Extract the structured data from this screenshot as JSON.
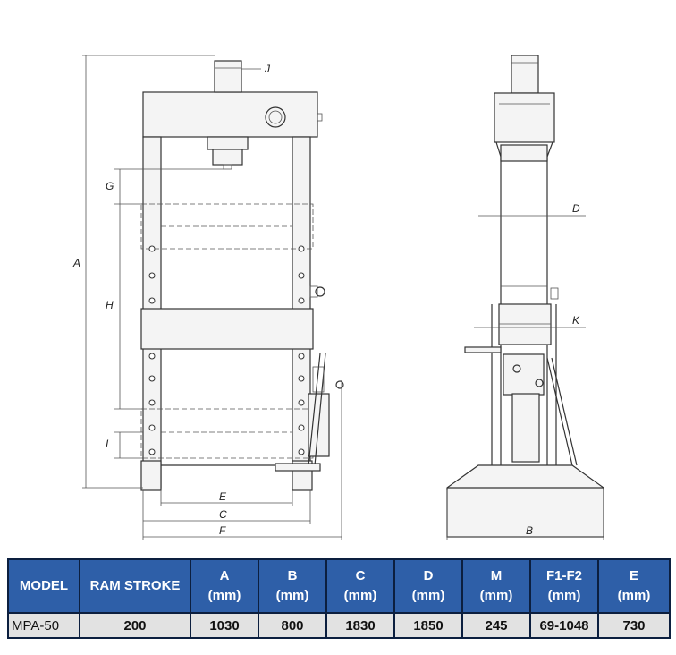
{
  "drawing": {
    "front_labels": {
      "J": "J",
      "G": "G",
      "A": "A",
      "H": "H",
      "I": "I",
      "E": "E",
      "C": "C",
      "F": "F"
    },
    "side_labels": {
      "D": "D",
      "K": "K",
      "B": "B"
    }
  },
  "table": {
    "headers": [
      {
        "name": "MODEL",
        "unit": ""
      },
      {
        "name": "RAM STROKE",
        "unit": ""
      },
      {
        "name": "A",
        "unit": "(mm)"
      },
      {
        "name": "B",
        "unit": "(mm)"
      },
      {
        "name": "C",
        "unit": "(mm)"
      },
      {
        "name": "D",
        "unit": "(mm)"
      },
      {
        "name": "M",
        "unit": "(mm)"
      },
      {
        "name": "F1-F2",
        "unit": "(mm)"
      },
      {
        "name": "E",
        "unit": "(mm)"
      }
    ],
    "rows": [
      [
        "MPA-50",
        "200",
        "1030",
        "800",
        "1830",
        "1850",
        "245",
        "69-1048",
        "730"
      ]
    ]
  },
  "colors": {
    "header_bg": "#2e5fa8",
    "header_text": "#ffffff",
    "row_bg": "#e2e2e2",
    "border": "#0c1f3f"
  }
}
